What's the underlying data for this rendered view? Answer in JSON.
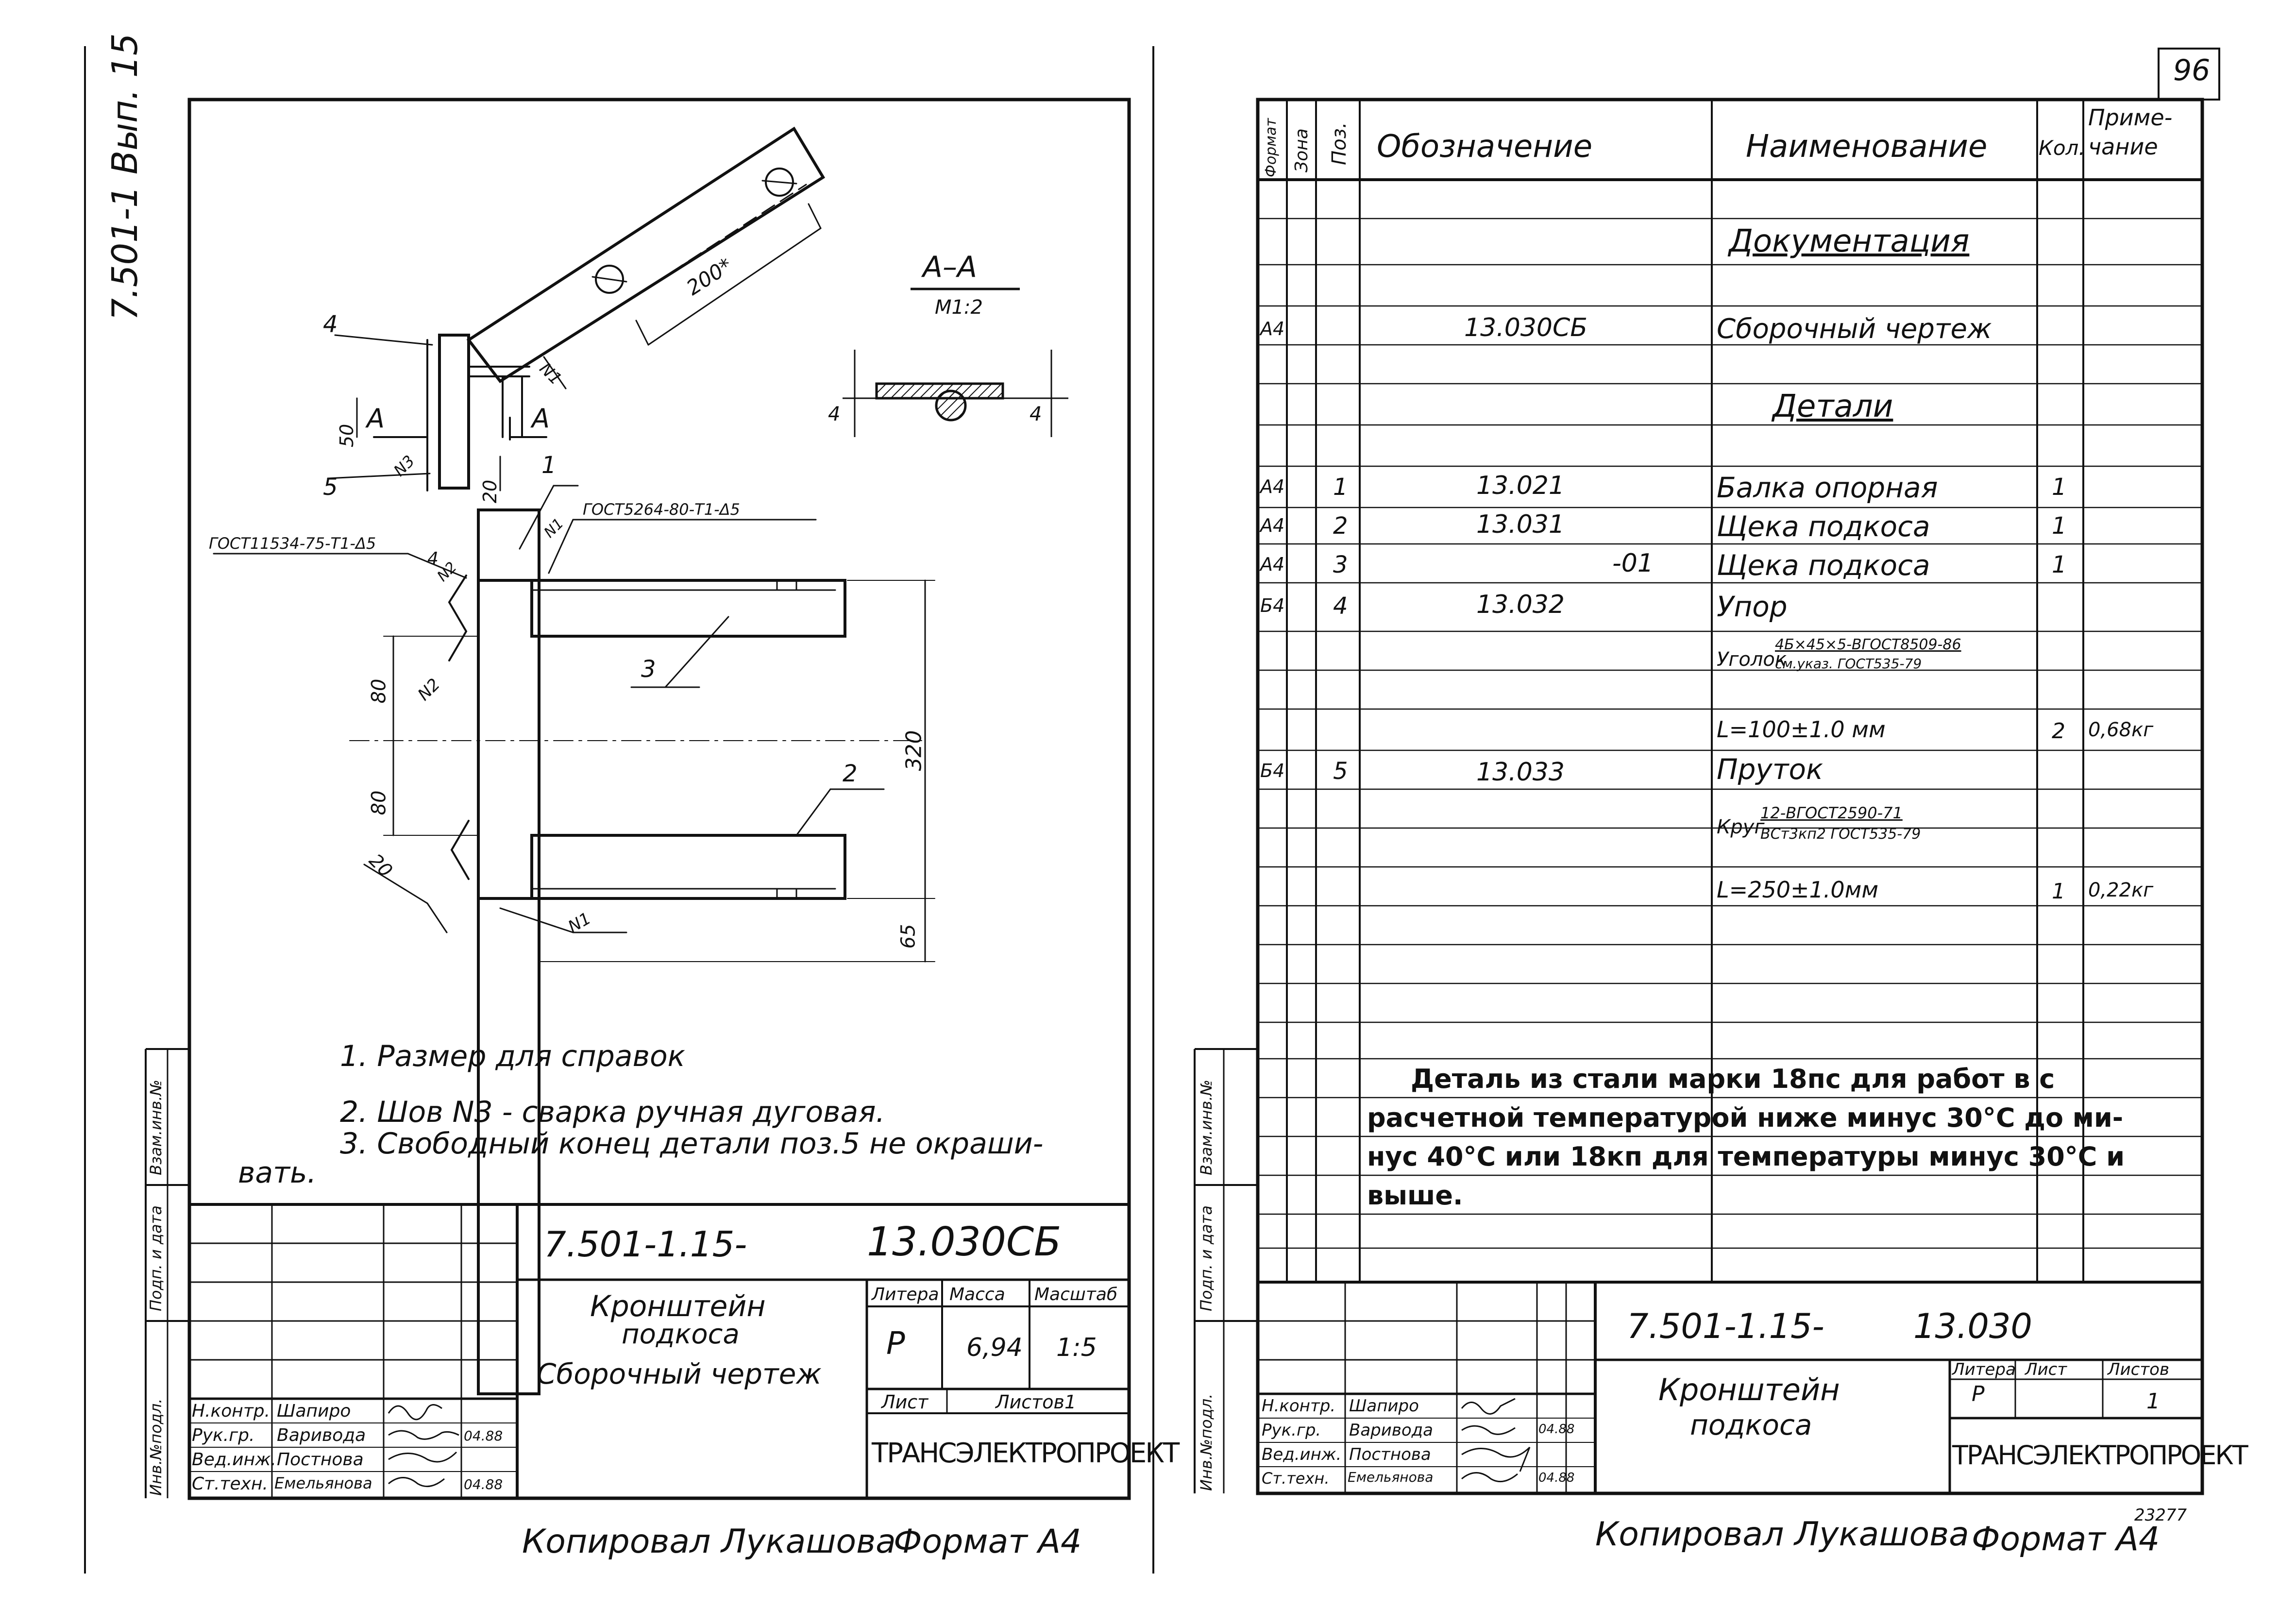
{
  "page_number": "96",
  "left_sheet": {
    "series_label": "7.501-1 Вып. 15",
    "section": {
      "title": "А–А",
      "scale": "М1:2",
      "dim_left": "4",
      "dim_right": "4"
    },
    "drawing_labels": {
      "pos1": "1",
      "pos2": "2",
      "pos3": "3",
      "pos4": "4",
      "pos5": "5",
      "weld1_top": "N1",
      "weld1_bottom": "N1",
      "weld2": "N2",
      "weld2b": "N2",
      "weld3": "N3",
      "dim_200": "200*",
      "dim_50": "50",
      "dim_20_top": "20",
      "dim_80a": "80",
      "dim_80b": "80",
      "dim_20_bot": "20",
      "dim_320": "320",
      "dim_65": "65",
      "cut_left": "A",
      "cut_right": "A",
      "gost_weld_left": "ГОСТ11534-75-Т1-Δ5",
      "gost_weld_right": "ГОСТ5264-80-Т1-Δ5",
      "weld_4n2": "4"
    },
    "notes": [
      "1. Размер для справок",
      "2. Шов N3 - сварка ручная дуговая.",
      "3. Свободный конец детали поз.5 не окраши-",
      "вать."
    ],
    "side_stamp": [
      "Инв.№подл.",
      "Подп. и дата",
      "Взам.инв.№"
    ],
    "title_block": {
      "designation_left": "7.501-1.15-",
      "designation_right": "13.030СБ",
      "name_line1": "Кронштейн",
      "name_line2": "подкоса",
      "name_line3": "Сборочный чертеж",
      "col_litera": "Литера",
      "col_mass": "Масса",
      "col_scale": "Масштаб",
      "litera": "Р",
      "mass": "6,94",
      "scale": "1:5",
      "sheet_label": "Лист",
      "sheets_label": "Листов1",
      "org": "ТРАНСЭЛЕКТРОПРОЕКТ",
      "roles": [
        "Н.контр.",
        "Рук.гр.",
        "Вед.инж.",
        "Ст.техн."
      ],
      "persons": [
        "Шапиро",
        "Варивода",
        "Постнова",
        "Емельянова"
      ],
      "dates": [
        "",
        "04.88",
        "",
        "04.88"
      ]
    },
    "footer": {
      "copied": "Копировал Лукашова",
      "format": "Формат А4"
    }
  },
  "right_sheet": {
    "spec_headers": {
      "format": "Формат",
      "zone": "Зона",
      "pos": "Поз.",
      "designation": "Обозначение",
      "name": "Наименование",
      "qty": "Кол.",
      "note1": "Приме-",
      "note2": "чание"
    },
    "spec_rows": [
      {
        "fmt": "",
        "pos": "",
        "des": "",
        "name": "Документация",
        "qty": "",
        "note": "",
        "section": true
      },
      {
        "fmt": "А4",
        "pos": "",
        "des": "13.030СБ",
        "name": "Сборочный чертеж",
        "qty": "",
        "note": ""
      },
      {
        "fmt": "",
        "pos": "",
        "des": "",
        "name": "Детали",
        "qty": "",
        "note": "",
        "section": true
      },
      {
        "fmt": "А4",
        "pos": "1",
        "des": "13.021",
        "name": "Балка опорная",
        "qty": "1",
        "note": ""
      },
      {
        "fmt": "А4",
        "pos": "2",
        "des": "13.031",
        "name": "Щека подкоса",
        "qty": "1",
        "note": ""
      },
      {
        "fmt": "А4",
        "pos": "3",
        "des": "-01",
        "name": "Щека подкоса",
        "qty": "1",
        "note": ""
      },
      {
        "fmt": "Б4",
        "pos": "4",
        "des": "13.032",
        "name": "Упор",
        "qty": "",
        "note": ""
      },
      {
        "fmt": "",
        "pos": "",
        "des": "",
        "name": "Уголок",
        "frac_top": "4Б×45×5-ВГОСТ8509-86",
        "frac_bot": "см.указ.   ГОСТ535-79",
        "qty": "",
        "note": ""
      },
      {
        "fmt": "",
        "pos": "",
        "des": "",
        "name": "L=100±1.0 мм",
        "qty": "2",
        "note": "0,68кг"
      },
      {
        "fmt": "Б4",
        "pos": "5",
        "des": "13.033",
        "name": "Пруток",
        "qty": "",
        "note": ""
      },
      {
        "fmt": "",
        "pos": "",
        "des": "",
        "name": "Круг",
        "frac_top": "12-ВГОСТ2590-71",
        "frac_bot": "ВСт3кп2 ГОСТ535-79",
        "qty": "",
        "note": ""
      },
      {
        "fmt": "",
        "pos": "",
        "des": "",
        "name": "L=250±1.0мм",
        "qty": "1",
        "note": "0,22кг"
      }
    ],
    "steel_note": [
      "Деталь из стали марки 18пс для работ в с",
      "расчетной температурой ниже минус 30°С до ми-",
      "нус 40°С или 18кп для температуры минус 30°С и",
      "выше."
    ],
    "title_block": {
      "designation_left": "7.501-1.15-",
      "designation_right": "13.030",
      "name_line1": "Кронштейн",
      "name_line2": "подкоса",
      "col_litera": "Литера",
      "col_sheet": "Лист",
      "col_sheets": "Листов",
      "litera": "Р",
      "sheets": "1",
      "org": "ТРАНСЭЛЕКТРОПРОЕКТ",
      "roles": [
        "Н.контр.",
        "Рук.гр.",
        "Вед.инж.",
        "Ст.техн."
      ],
      "persons": [
        "Шапиро",
        "Варивода",
        "Постнова",
        "Емельянова"
      ],
      "dates": [
        "",
        "04.88",
        "",
        "04.88"
      ]
    },
    "side_stamp": [
      "Инв.№подл.",
      "Подп. и дата",
      "Взам.инв.№"
    ],
    "footer": {
      "copied": "Копировал Лукашова",
      "format": "Формат А4",
      "archive_no": "23277"
    }
  }
}
